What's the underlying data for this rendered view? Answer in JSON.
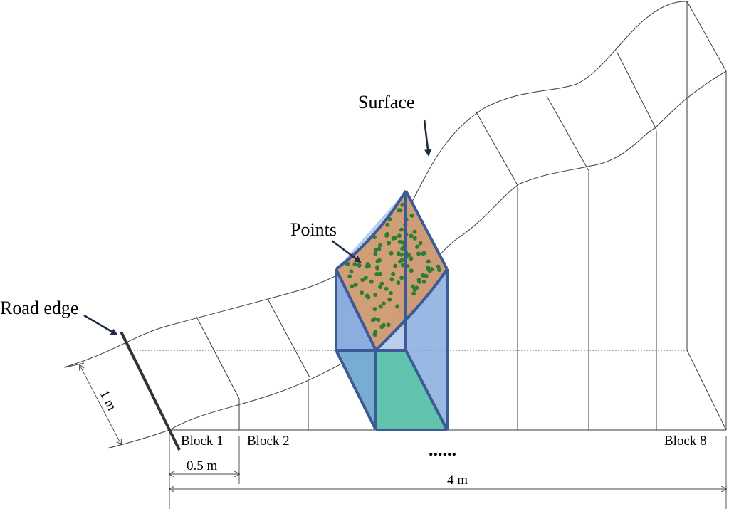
{
  "labels": {
    "surface": "Surface",
    "points": "Points",
    "road_edge": "Road edge",
    "height": "1 m",
    "block_1": "Block 1",
    "block_2": "Block 2",
    "block_8": "Block 8",
    "ellipsis": "......",
    "block_width": "0.5 m",
    "total_width": "4 m"
  },
  "colors": {
    "top_face": "#d49a6a",
    "side_face": "#7fa6dc",
    "base_face": "#45b8a0",
    "box_edge": "#3b5a96",
    "points": "#2e7d32",
    "arrow": "#1f2a44"
  },
  "points_count": 110
}
